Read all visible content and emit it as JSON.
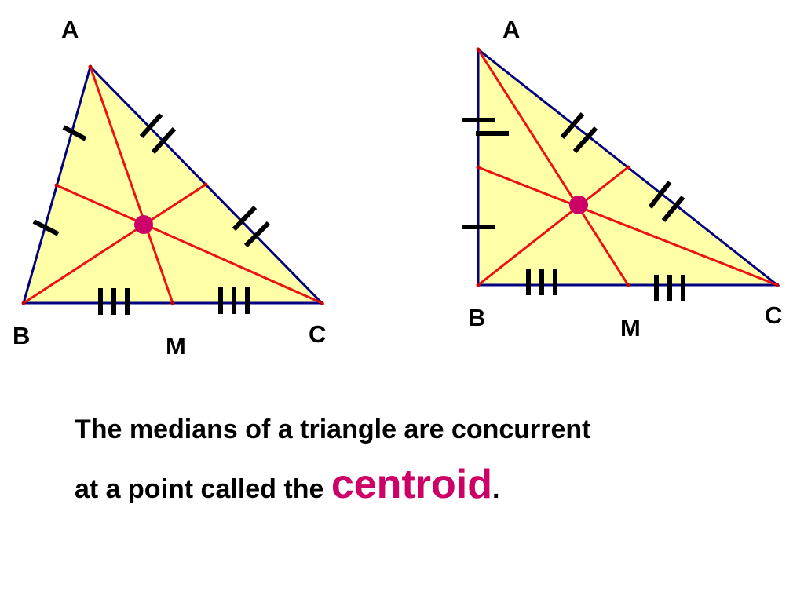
{
  "colors": {
    "triangle_fill": "#ffffa8",
    "triangle_edge": "#000080",
    "median": "#ee1111",
    "centroid": "#cc0066",
    "tick": "#000000",
    "text": "#000000",
    "highlight": "#cc0066"
  },
  "left_triangle": {
    "vertex_a": "A",
    "vertex_b": "B",
    "vertex_c": "C",
    "midpoint": "M"
  },
  "right_triangle": {
    "vertex_a": "A",
    "vertex_b": "B",
    "vertex_c": "C",
    "midpoint": "M"
  },
  "caption": {
    "line1": "The medians of a triangle are concurrent",
    "line2_prefix": "at a point called the ",
    "highlight": "centroid",
    "period": "."
  }
}
